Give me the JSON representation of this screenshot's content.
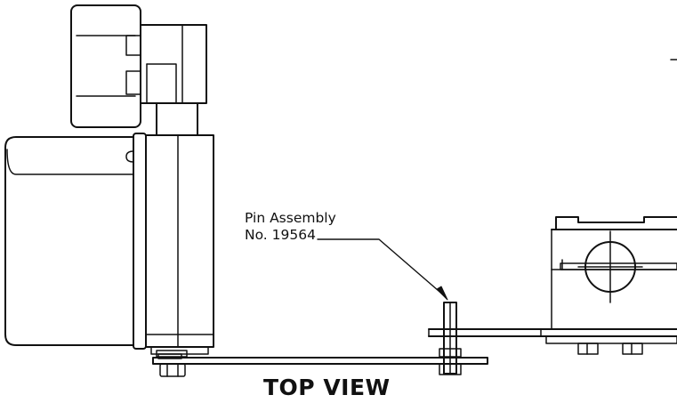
{
  "callout": {
    "line1": "Pin Assembly",
    "line2": "No. 19564"
  },
  "view_title": "TOP VIEW",
  "colors": {
    "line": "#111111",
    "background": "#ffffff"
  }
}
